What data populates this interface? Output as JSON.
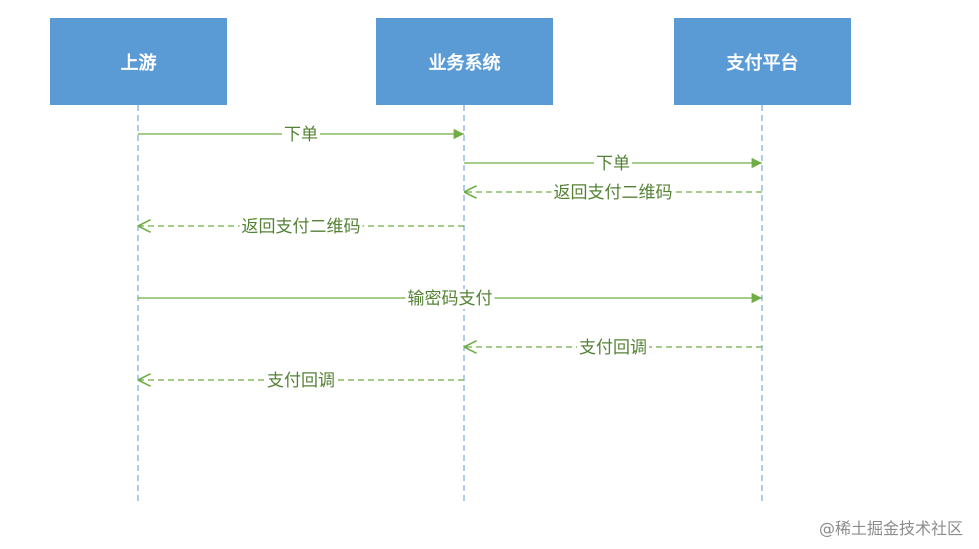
{
  "actors": [
    {
      "label": "上游"
    },
    {
      "label": "业务系统"
    },
    {
      "label": "支付平台"
    }
  ],
  "messages": [
    {
      "from": 0,
      "to": 1,
      "label": "下单",
      "style": "solid"
    },
    {
      "from": 1,
      "to": 2,
      "label": "下单",
      "style": "solid"
    },
    {
      "from": 2,
      "to": 1,
      "label": "返回支付二维码",
      "style": "dashed"
    },
    {
      "from": 1,
      "to": 0,
      "label": "返回支付二维码",
      "style": "dashed"
    },
    {
      "from": 0,
      "to": 2,
      "label": "输密码支付",
      "style": "solid"
    },
    {
      "from": 2,
      "to": 1,
      "label": "支付回调",
      "style": "dashed"
    },
    {
      "from": 1,
      "to": 0,
      "label": "支付回调",
      "style": "dashed"
    }
  ],
  "colors": {
    "actor_fill": "#5b9bd5",
    "lifeline": "#5b9bd5",
    "message": "#70ad47",
    "label": "#548235"
  },
  "watermark": "@稀土掘金技术社区"
}
